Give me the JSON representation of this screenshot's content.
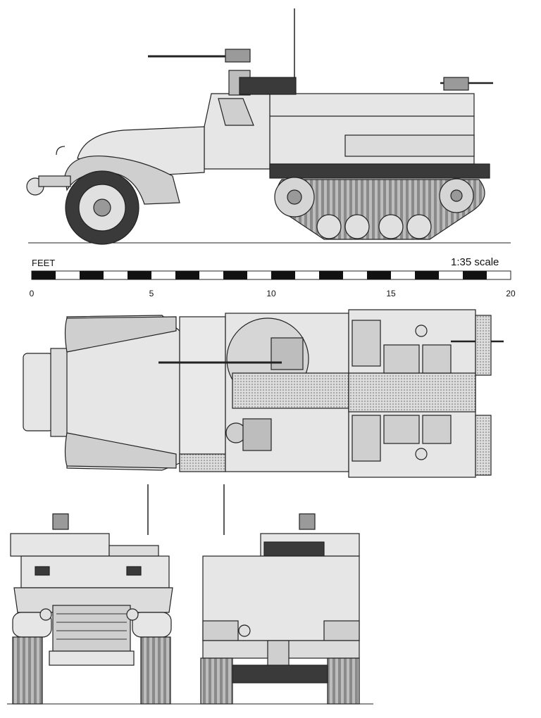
{
  "scale_bar": {
    "unit_label": "FEET",
    "scale_text": "1:35 scale",
    "ticks": [
      "0",
      "5",
      "10",
      "15",
      "20"
    ],
    "max_feet": 20
  },
  "colors": {
    "hull": "#e6e6e6",
    "shade": "#c8c8c8",
    "dark": "#3a3a3a",
    "line": "#222222",
    "paper": "#ffffff"
  },
  "views": [
    "side-view",
    "top-view",
    "front-view",
    "rear-view"
  ]
}
